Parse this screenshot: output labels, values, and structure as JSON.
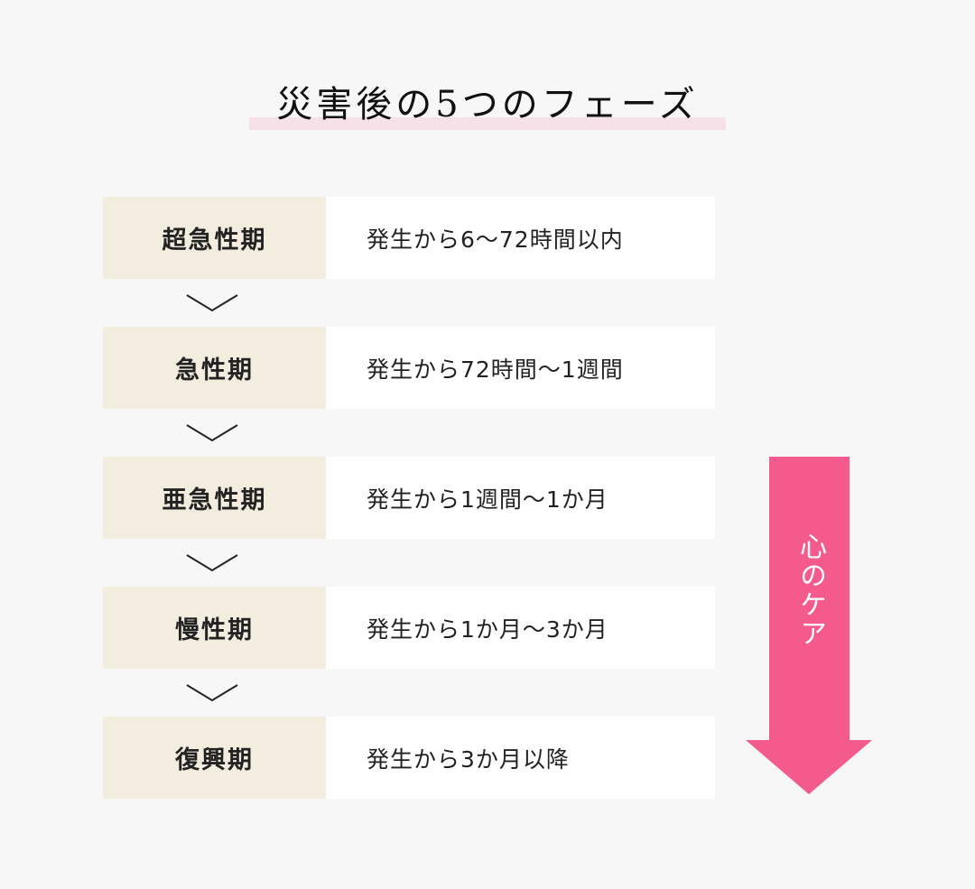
{
  "title": "災害後の5つのフェーズ",
  "colors": {
    "background": "#f7f7f7",
    "label_bg": "#f3eddf",
    "desc_bg": "#ffffff",
    "arrow": "#f45b8c",
    "title_highlight": "#f7e1e8"
  },
  "phases": [
    {
      "label": "超急性期",
      "description": "発生から6〜72時間以内"
    },
    {
      "label": "急性期",
      "description": "発生から72時間〜1週間"
    },
    {
      "label": "亜急性期",
      "description": "発生から1週間〜1か月"
    },
    {
      "label": "慢性期",
      "description": "発生から1か月〜3か月"
    },
    {
      "label": "復興期",
      "description": "発生から3か月以降"
    }
  ],
  "arrow": {
    "label": "心のケア"
  }
}
